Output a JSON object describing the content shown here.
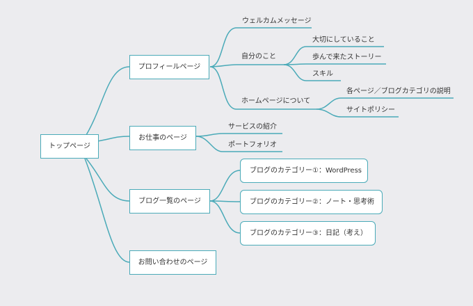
{
  "root": "トップページ",
  "sections": {
    "profile": {
      "label": "プロフィールページ",
      "welcome": "ウェルカムメッセージ",
      "about": {
        "label": "自分のこと",
        "items": [
          "大切にしていること",
          "歩んで来たストーリー",
          "スキル"
        ]
      },
      "homepage": {
        "label": "ホームページについて",
        "items": [
          "各ページ／ブログカテゴリの説明",
          "サイトポリシー"
        ]
      }
    },
    "work": {
      "label": "お仕事のページ",
      "items": [
        "サービスの紹介",
        "ポートフォリオ"
      ]
    },
    "blog": {
      "label": "ブログ一覧のページ",
      "categories": [
        "ブログのカテゴリー①：WordPress",
        "ブログのカテゴリー②：ノート・思考術",
        "ブログのカテゴリー③：日記（考え）"
      ]
    },
    "contact": {
      "label": "お問い合わせのページ"
    }
  },
  "colors": {
    "line": "#4aaab8",
    "background": "#ececef",
    "box": "#ffffff"
  }
}
